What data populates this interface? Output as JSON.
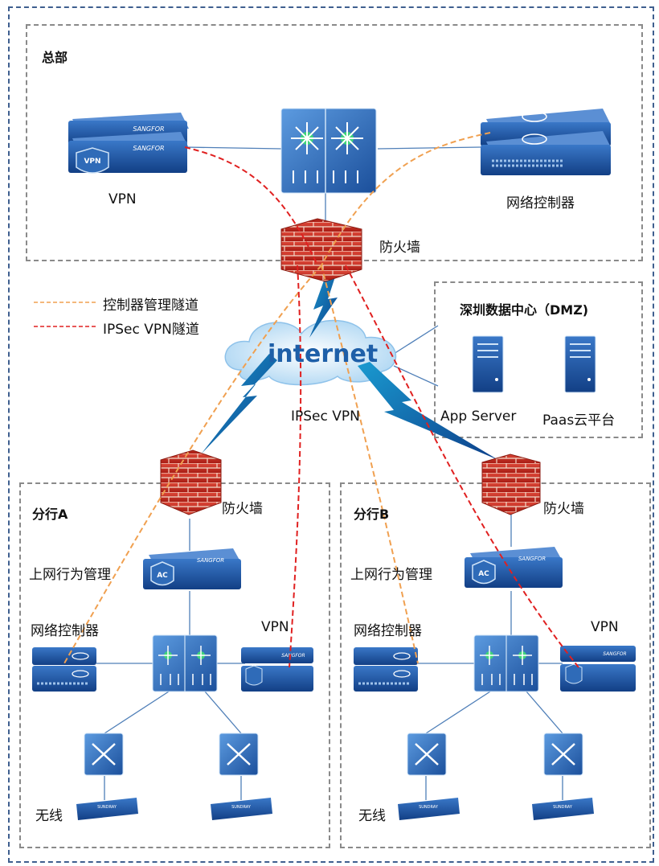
{
  "hq": {
    "title": "总部",
    "vpn_label": "VPN",
    "controller_label": "网络控制器",
    "firewall_label": "防火墙"
  },
  "legend": {
    "controller_tunnel": "控制器管理隧道",
    "ipsec_tunnel": "IPSec VPN隧道",
    "controller_color": "#f0a050",
    "ipsec_color": "#e02020"
  },
  "internet": {
    "label": "internet",
    "ipsec_label": "IPSec VPN"
  },
  "dmz": {
    "title": "深圳数据中心（DMZ)",
    "app_server": "App Server",
    "paas": "Paas云平台"
  },
  "branch_a": {
    "title": "分行A",
    "firewall": "防火墙",
    "behavior": "上网行为管理",
    "controller": "网络控制器",
    "vpn": "VPN",
    "wireless": "无线"
  },
  "branch_b": {
    "title": "分行B",
    "firewall": "防火墙",
    "behavior": "上网行为管理",
    "controller": "网络控制器",
    "vpn": "VPN",
    "wireless": "无线"
  },
  "device_text": {
    "sangfor": "SANGFOR",
    "vpn": "VPN",
    "ac": "AC",
    "sundray": "SUNDRAY"
  }
}
